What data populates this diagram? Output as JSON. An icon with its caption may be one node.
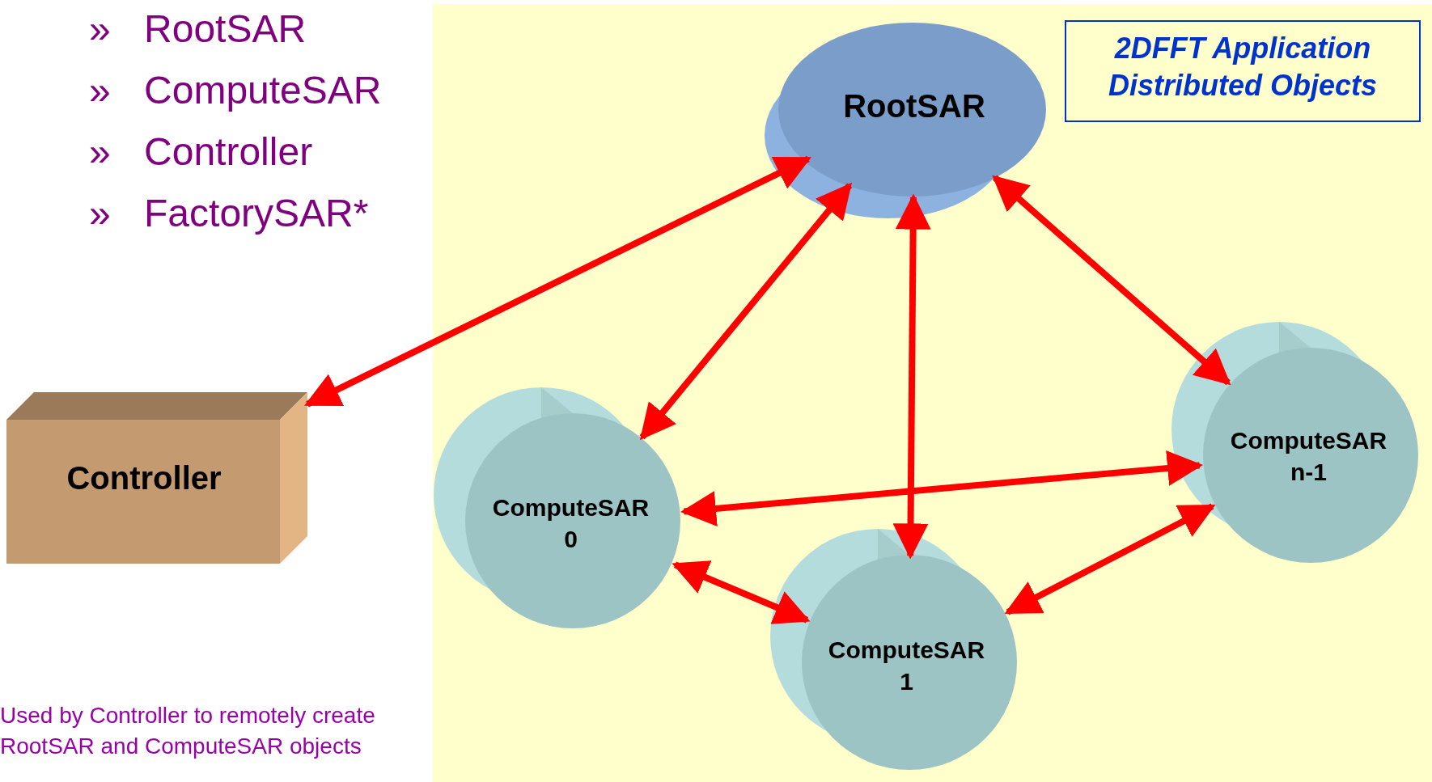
{
  "diagram": {
    "nodes": [
      {
        "text": [
          "RootSAR"
        ]
      },
      {
        "text": [
          "2DFFT Application Distributed Objects"
        ]
      },
      {
        "text": [
          "ComputeSAR n-1"
        ]
      },
      {
        "text": [
          "Controller"
        ]
      },
      {
        "text": [
          "ComputeSAR 0"
        ]
      },
      {
        "text": [
          "ComputeSAR 1"
        ]
      }
    ],
    "edges": [
      {
        "from": 0,
        "to": 3,
        "arrow": "both"
      },
      {
        "from": 0,
        "to": 4,
        "arrow": "both"
      },
      {
        "from": 0,
        "to": 5,
        "arrow": "both"
      },
      {
        "from": 0,
        "to": 2,
        "arrow": "both"
      },
      {
        "from": 4,
        "to": 2,
        "arrow": "both"
      },
      {
        "from": 4,
        "to": 5,
        "arrow": "both"
      },
      {
        "from": 5,
        "to": 2,
        "arrow": "both"
      }
    ],
    "labels": [
      "» RootSAR",
      "» ComputeSAR",
      "» Controller",
      "» FactorySAR*",
      "Used by Controller to remotely create RootSAR and ComputeSAR objects"
    ]
  }
}
